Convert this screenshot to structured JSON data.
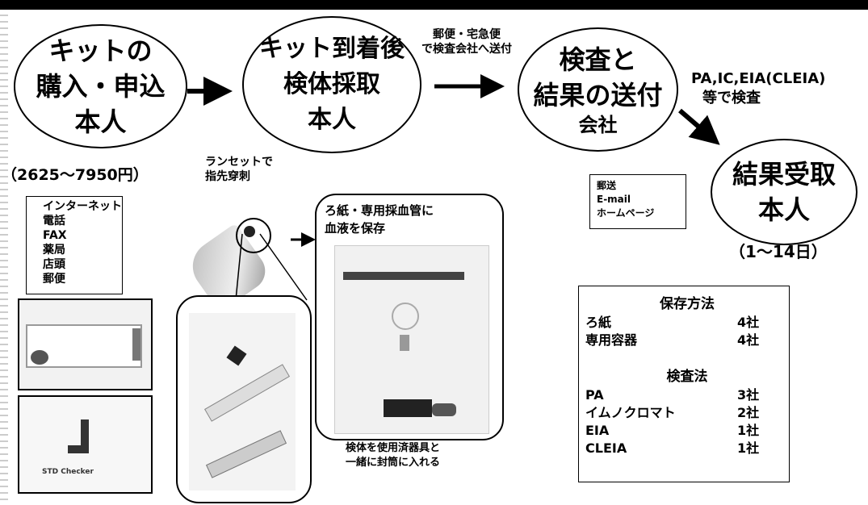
{
  "step1": {
    "line1": "キットの",
    "line2": "購入・申込",
    "line3": "本人"
  },
  "step2": {
    "line1": "キット到着後",
    "line2": "検体採取",
    "line3": "本人"
  },
  "step3": {
    "line1": "検査と",
    "line2": "結果の送付",
    "line3": "会社"
  },
  "step4": {
    "line1": "結果受取",
    "line2": "本人"
  },
  "price_note": "（2625～7950円）",
  "days_note": "（1～14日）",
  "mail_note": {
    "line1": "郵便・宅急便",
    "line2": "で検査会社へ送付"
  },
  "method_note": {
    "line1": "PA,IC,EIA(CLEIA)",
    "line2": "等で検査"
  },
  "lancet_note": {
    "line1": "ランセットで",
    "line2": "指先穿刺"
  },
  "blood_note": {
    "line1": "ろ紙・専用採血管に",
    "line2": "血液を保存"
  },
  "envelope_note": {
    "line1": "検体を使用済器具と",
    "line2": "一緒に封筒に入れる"
  },
  "apply_methods": [
    "インターネット",
    "電話",
    "FAX",
    "薬局",
    "店頭",
    "郵便"
  ],
  "result_methods": [
    "郵送",
    "E-mail",
    "ホームページ"
  ],
  "kit_label": "STD Checker",
  "storage": {
    "heading": "保存方法",
    "rows": [
      {
        "name": "ろ紙",
        "count": "4社"
      },
      {
        "name": "専用容器",
        "count": "4社"
      }
    ]
  },
  "test": {
    "heading": "検査法",
    "rows": [
      {
        "name": "PA",
        "count": "3社"
      },
      {
        "name": "イムノクロマト",
        "count": "2社"
      },
      {
        "name": "EIA",
        "count": "1社"
      },
      {
        "name": "CLEIA",
        "count": "1社"
      }
    ]
  }
}
